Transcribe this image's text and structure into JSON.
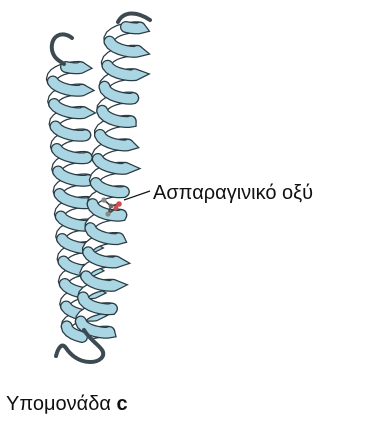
{
  "annotation": {
    "label": "Ασπαραγινικό οξύ"
  },
  "caption": {
    "prefix": "Υπομονάδα",
    "suffix": "c"
  },
  "colors": {
    "helix_front": "#a9d6e2",
    "helix_back": "#ffffff",
    "outline": "#2b3b44",
    "coil": "#3c4a52",
    "text": "#111111"
  },
  "icons": {
    "residue": "asparagine-acid-side-chain-icon"
  }
}
